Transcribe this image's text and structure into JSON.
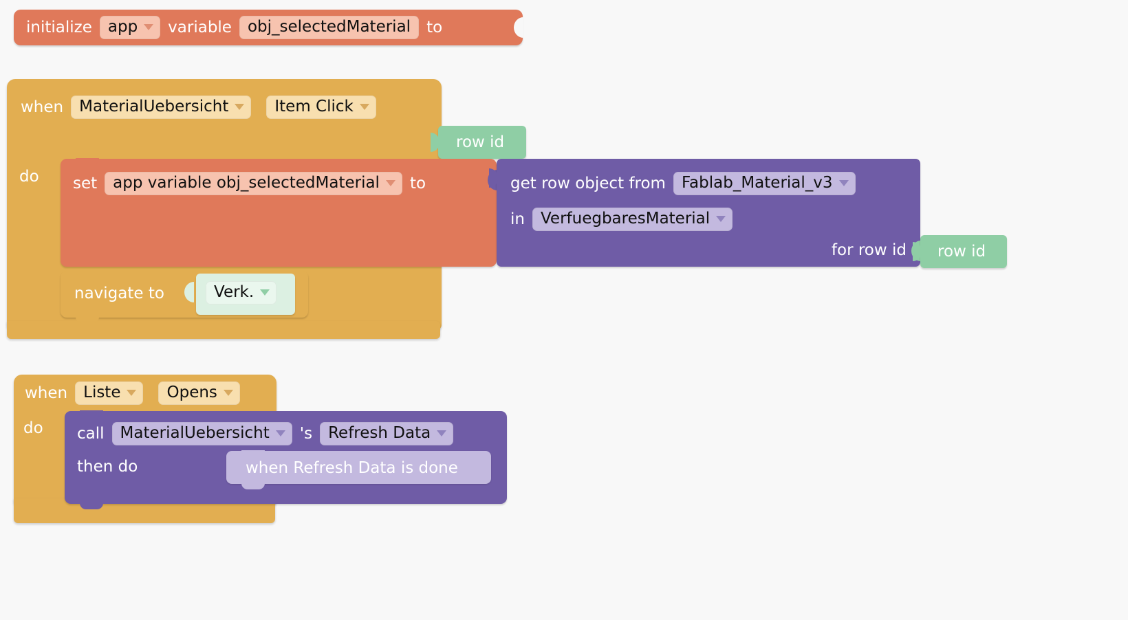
{
  "app": {
    "title": "Blocks Workspace",
    "background_color": "#F8F8F8"
  },
  "palette": {
    "variable_orange": "#E0795A",
    "event_gold": "#E2AE51",
    "component_purple": "#6F5CA6",
    "parameter_green": "#8FCEA5",
    "screen_green_light": "#DCF0E2"
  },
  "blocks": {
    "initialize_variable": {
      "name": "initialize-app-variable-block",
      "keyword_initialize": "initialize",
      "scope_dropdown": "app",
      "keyword_variable": "variable",
      "variable_name": "obj_selectedMaterial",
      "keyword_to": "to",
      "value_socket_empty": true
    },
    "event_item_click": {
      "name": "when-material-uebersicht-item-click",
      "keyword_when": "when",
      "component_dropdown": "MaterialUebersicht",
      "event_dropdown": "Item Click",
      "parameter": "row id",
      "keyword_do": "do",
      "body": {
        "set_block": {
          "keyword_set": "set",
          "target_dropdown": "app variable obj_selectedMaterial",
          "keyword_to": "to",
          "value": {
            "keyword_get": "get row object from",
            "datasource_dropdown": "Fablab_Material_v3",
            "keyword_in": "in",
            "table_dropdown": "VerfuegbaresMaterial",
            "keyword_for_row_id": "for row id",
            "row_id_value": "row id"
          }
        },
        "navigate_block": {
          "keyword_navigate": "navigate to",
          "screen_dropdown": "Verk."
        }
      }
    },
    "event_list_opens": {
      "name": "when-liste-opens",
      "keyword_when": "when",
      "component_dropdown": "Liste",
      "event_dropdown": "Opens",
      "keyword_do": "do",
      "body": {
        "call_block": {
          "keyword_call": "call",
          "component_dropdown": "MaterialUebersicht",
          "possessive": "'s",
          "method_dropdown": "Refresh Data",
          "keyword_then_do": "then do",
          "callback_label": "when Refresh Data is done"
        }
      }
    }
  }
}
